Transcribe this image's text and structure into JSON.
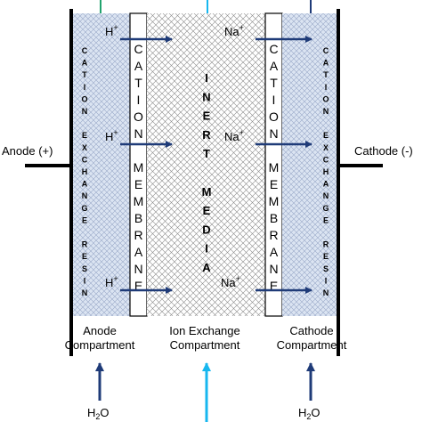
{
  "terminals": {
    "anode": "Anode (+)",
    "cathode": "Cathode (-)"
  },
  "ions": {
    "hydrogen": "H",
    "hydrogen_charge": "+",
    "sodium": "Na",
    "sodium_charge": "+"
  },
  "vertical_labels": {
    "left_resin": [
      "CATION",
      "EXCHANGE",
      "RESIN"
    ],
    "left_membrane": [
      "CATION",
      "MEMBRANE"
    ],
    "center_media": [
      "INERT",
      "MEDIA"
    ],
    "right_membrane": [
      "CATION",
      "MEMBRANE"
    ],
    "right_resin": [
      "CATION",
      "EXCHANGE",
      "RESIN"
    ]
  },
  "compartments": {
    "anode": [
      "Anode",
      "Compartment"
    ],
    "ion_exchange": [
      "Ion Exchange",
      "Compartment"
    ],
    "cathode": [
      "Cathode",
      "Compartment"
    ]
  },
  "inlets": {
    "left": {
      "base": "H",
      "sub": "2",
      "rest": "O"
    },
    "right": {
      "base": "H",
      "sub": "2",
      "rest": "O"
    }
  },
  "colors": {
    "resin_fill": "#dbe4f2",
    "resin_pattern": "#9aa9c8",
    "media_pattern": "#8a8a8a",
    "arrow_dark": "#1f3b78",
    "arrow_light": "#17b7ef",
    "top_left_line": "#22a36e",
    "frame": "#000000"
  }
}
